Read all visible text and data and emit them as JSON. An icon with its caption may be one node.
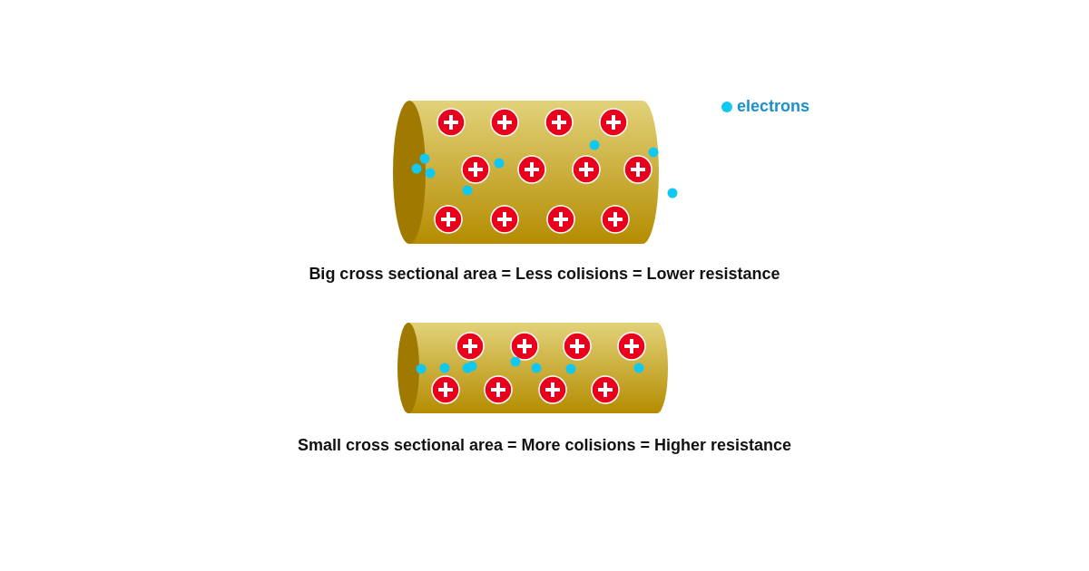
{
  "diagram": {
    "labels": [
      "Big cross sectional area = Less colisions = Lower resistance",
      "Small cross sectional area = More colisions = Higher resistance"
    ],
    "legend": [
      {
        "text": "electrons",
        "color": "#10c8f0"
      }
    ]
  }
}
